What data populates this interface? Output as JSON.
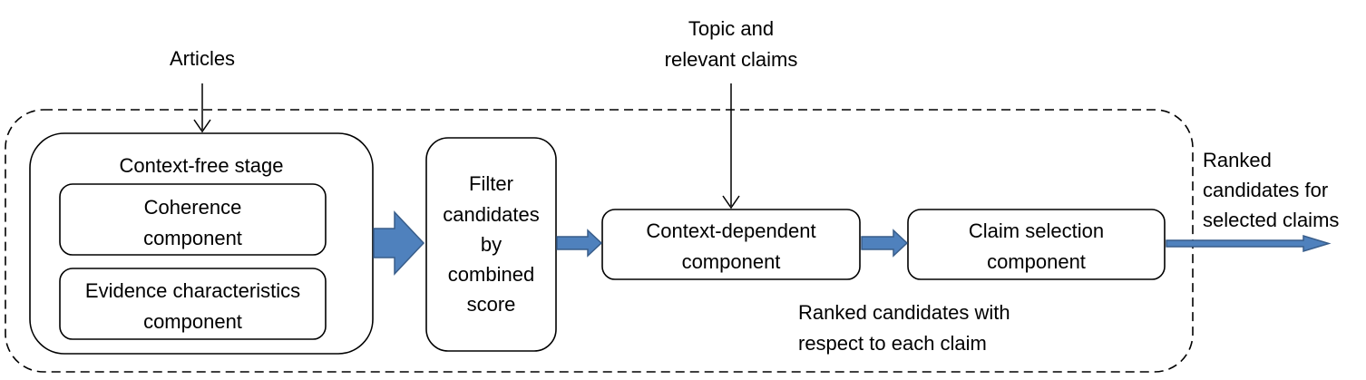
{
  "inputs": {
    "articles": "Articles",
    "topic_line1": "Topic and",
    "topic_line2": "relevant claims"
  },
  "context_free_stage": {
    "title": "Context-free stage",
    "coherence_line1": "Coherence",
    "coherence_line2": "component",
    "evidence_line1": "Evidence characteristics",
    "evidence_line2": "component"
  },
  "filter": {
    "line1": "Filter",
    "line2": "candidates",
    "line3": "by",
    "line4": "combined",
    "line5": "score"
  },
  "context_dependent": {
    "line1": "Context-dependent",
    "line2": "component"
  },
  "claim_selection": {
    "line1": "Claim selection",
    "line2": "component"
  },
  "annotations": {
    "ranked_per_claim_line1": "Ranked candidates with",
    "ranked_per_claim_line2": "respect to each claim"
  },
  "output": {
    "line1": "Ranked",
    "line2": "candidates for",
    "line3": "selected claims"
  },
  "colors": {
    "arrow_fill": "#4f81bd",
    "arrow_stroke": "#385d8a",
    "line": "#000000"
  }
}
